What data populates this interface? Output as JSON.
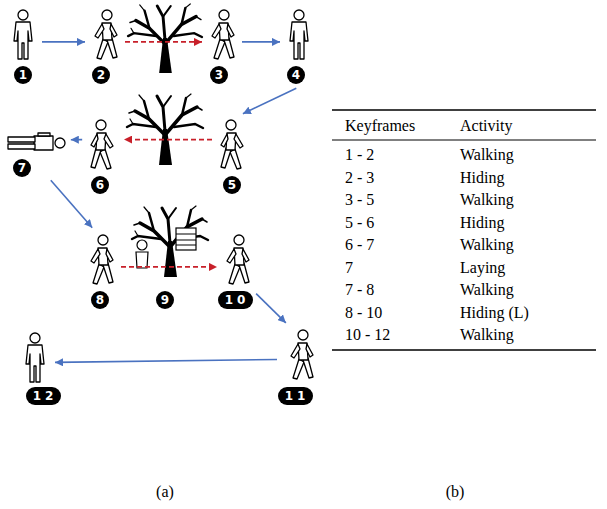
{
  "diagram": {
    "nodes": [
      {
        "text": [
          "1"
        ]
      },
      {
        "text": [
          "2"
        ]
      },
      {
        "text": [
          "3"
        ]
      },
      {
        "text": [
          "4"
        ]
      },
      {
        "text": [
          "5"
        ]
      },
      {
        "text": [
          "6"
        ]
      },
      {
        "text": [
          "7"
        ]
      },
      {
        "text": [
          "8"
        ]
      },
      {
        "text": [
          "9"
        ]
      },
      {
        "text": [
          "10"
        ]
      },
      {
        "text": [
          "11"
        ]
      },
      {
        "text": [
          "12"
        ]
      }
    ],
    "edges": [
      {
        "from": 0,
        "to": 1,
        "arrow": "to"
      },
      {
        "from": 1,
        "to": 2,
        "arrow": "to"
      },
      {
        "from": 2,
        "to": 3,
        "arrow": "to"
      },
      {
        "from": 3,
        "to": 4,
        "arrow": "to"
      },
      {
        "from": 4,
        "to": 5,
        "arrow": "to"
      },
      {
        "from": 5,
        "to": 6,
        "arrow": "to"
      },
      {
        "from": 6,
        "to": 7,
        "arrow": "to"
      },
      {
        "from": 7,
        "to": 9,
        "arrow": "to"
      },
      {
        "from": 9,
        "to": 10,
        "arrow": "to"
      },
      {
        "from": 10,
        "to": 11,
        "arrow": "to"
      }
    ],
    "labels": [
      "Keyframes",
      "Activity",
      "1 - 2",
      "Walking",
      "2 - 3",
      "Hiding",
      "3 - 5",
      "Walking",
      "5 - 6",
      "Hiding",
      "6 - 7",
      "Walking",
      "7",
      "Laying",
      "7 - 8",
      "Walking",
      "8 - 10",
      "Hiding (L)",
      "10 - 12",
      "Walking",
      "(a)",
      "(b)"
    ]
  }
}
